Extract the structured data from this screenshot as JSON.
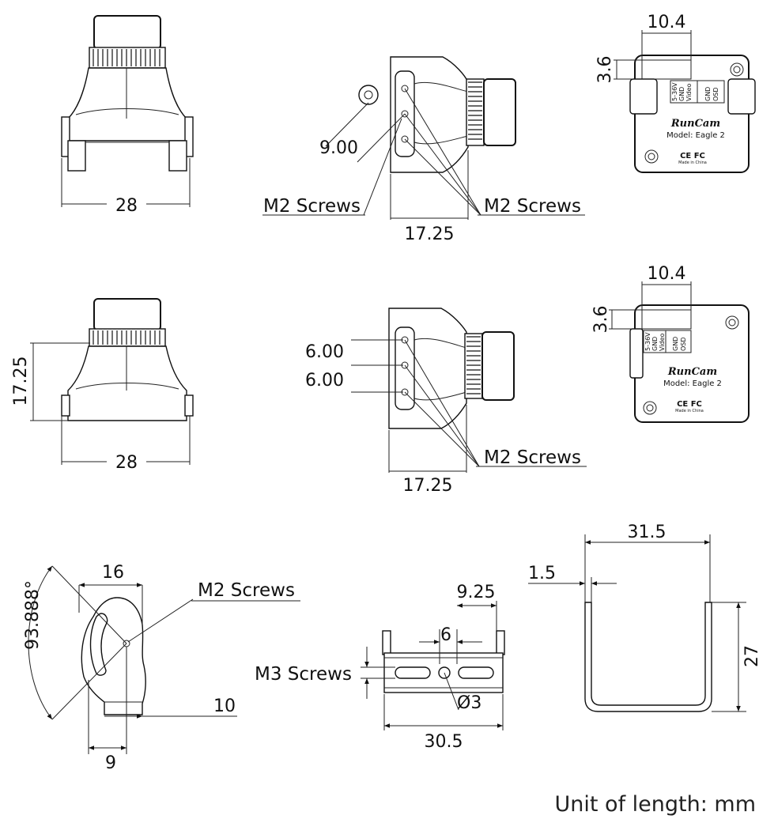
{
  "views": {
    "front_top": {
      "width_dim": "28"
    },
    "side_top": {
      "offset_dim": "9.00",
      "screws_left": "M2 Screws",
      "screws_right": "M2 Screws",
      "depth_dim": "17.25"
    },
    "back_top": {
      "hole_width_dim": "10.4",
      "hole_height_dim": "3.6",
      "pcb_labels": [
        "5-36V",
        "GND",
        "Video",
        "GND",
        "OSD"
      ],
      "brand": "RunCam",
      "model": "Model: Eagle 2",
      "cert": "CE FC",
      "made_in": "Made in China"
    },
    "front_mid": {
      "height_dim": "17.25",
      "width_dim": "28"
    },
    "side_mid": {
      "spacing_dim_1": "6.00",
      "spacing_dim_2": "6.00",
      "screws": "M2 Screws",
      "depth_dim": "17.25"
    },
    "back_mid": {
      "hole_width_dim": "10.4",
      "hole_height_dim": "3.6",
      "pcb_labels": [
        "5-36V",
        "GND",
        "Video",
        "GND",
        "OSD"
      ],
      "brand": "RunCam",
      "model": "Model: Eagle 2",
      "cert": "CE FC",
      "made_in": "Made in China"
    },
    "arm_bottom": {
      "angle_dim": "93.888°",
      "width_dim": "16",
      "screws": "M2 Screws",
      "offset_dim": "10",
      "base_dim": "9"
    },
    "plate_bottom": {
      "slot_dim": "9.25",
      "hole_spacing_dim": "6",
      "screws": "M3 Screws",
      "hole_dim": "Ø3",
      "length_dim": "30.5"
    },
    "bracket_bottom": {
      "width_dim": "31.5",
      "thickness_dim": "1.5",
      "height_dim": "27"
    }
  },
  "unit_note": "Unit of length: mm"
}
